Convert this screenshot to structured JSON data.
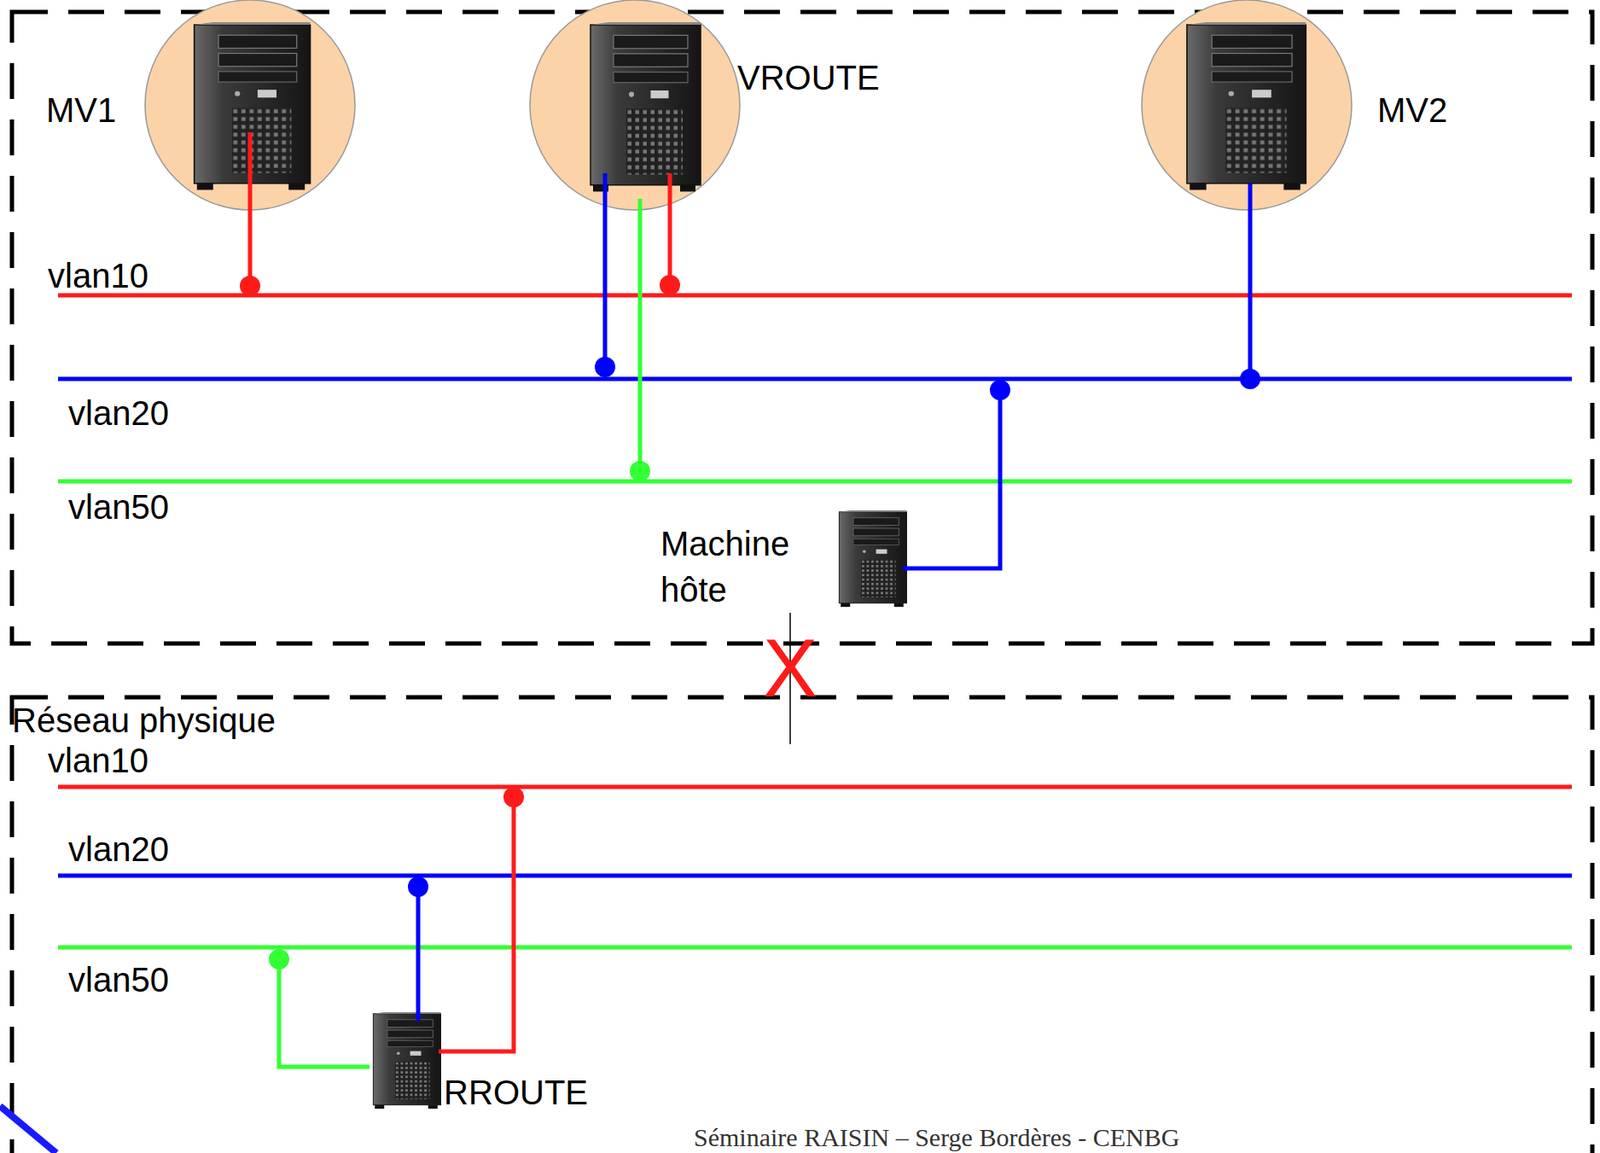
{
  "diagram": {
    "nodes": [
      {
        "text": [
          "MV1"
        ]
      },
      {
        "text": [
          "VROUTE"
        ]
      },
      {
        "text": [
          "MV2"
        ]
      },
      {
        "text": [
          "Machine hôte"
        ]
      },
      {
        "text": [
          "Réseau physique"
        ]
      },
      {
        "text": [
          "RROUTE"
        ],
        "in": 4
      }
    ],
    "labels": [
      "vlan10",
      "vlan20",
      "vlan50",
      "vlan10",
      "vlan20",
      "vlan50",
      "X",
      "Séminaire RAISIN – Serge Bordères - CENBG"
    ]
  }
}
